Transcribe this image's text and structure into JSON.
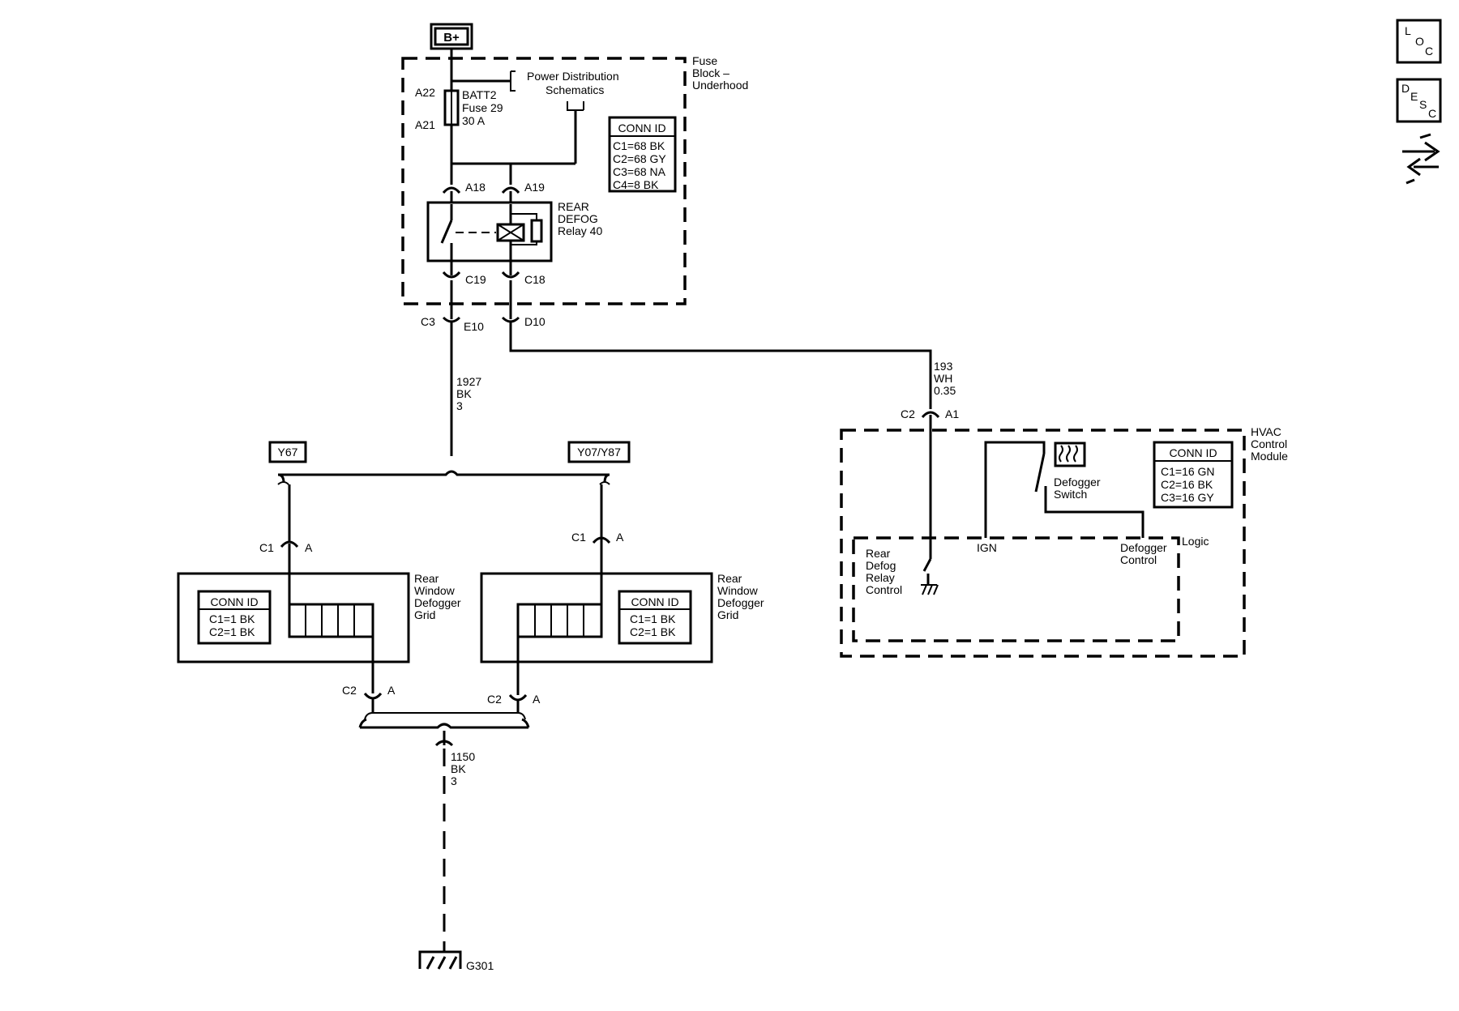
{
  "power_source": "B+",
  "fuse_block": {
    "title_lines": [
      "Fuse",
      "Block –",
      "Underhood"
    ],
    "power_dist_lines": [
      "Power Distribution",
      "Schematics"
    ],
    "fuse_lines": [
      "BATT2",
      "Fuse 29",
      "30 A"
    ],
    "pin_a22": "A22",
    "pin_a21": "A21",
    "pin_a18": "A18",
    "pin_a19": "A19",
    "pin_c19": "C19",
    "pin_c18": "C18",
    "relay_lines": [
      "REAR",
      "DEFOG",
      "Relay 40"
    ],
    "conn_id_title": "CONN ID",
    "conn_id_rows": [
      "C1=68 BK",
      "C2=68 GY",
      "C3=68 NA",
      "C4=8 BK"
    ]
  },
  "connectors": {
    "c3": "C3",
    "e10": "E10",
    "d10": "D10",
    "c2_hvac": "C2",
    "a1_hvac": "A1",
    "left_c1": "C1",
    "left_a1": "A",
    "right_c1": "C1",
    "right_a1": "A",
    "left_c2": "C2",
    "left_a2": "A",
    "right_c2": "C2",
    "right_a2": "A"
  },
  "wires": {
    "w1927": [
      "1927",
      "BK",
      "3"
    ],
    "w193": [
      "193",
      "WH",
      "0.35"
    ],
    "w1150": [
      "1150",
      "BK",
      "3"
    ]
  },
  "options": {
    "left": "Y67",
    "right": "Y07/Y87"
  },
  "grid_left": {
    "title_lines": [
      "Rear",
      "Window",
      "Defogger",
      "Grid"
    ],
    "conn_id_title": "CONN ID",
    "conn_id_rows": [
      "C1=1 BK",
      "C2=1 BK"
    ]
  },
  "grid_right": {
    "title_lines": [
      "Rear",
      "Window",
      "Defogger",
      "Grid"
    ],
    "conn_id_title": "CONN ID",
    "conn_id_rows": [
      "C1=1 BK",
      "C2=1 BK"
    ]
  },
  "hvac": {
    "title_lines": [
      "HVAC",
      "Control",
      "Module"
    ],
    "switch_lines": [
      "Defogger",
      "Switch"
    ],
    "logic": "Logic",
    "ign": "IGN",
    "relay_ctrl_lines": [
      "Rear",
      "Defog",
      "Relay",
      "Control"
    ],
    "defog_ctrl_lines": [
      "Defogger",
      "Control"
    ],
    "conn_id_title": "CONN ID",
    "conn_id_rows": [
      "C1=16 GN",
      "C2=16 BK",
      "C3=16 GY"
    ]
  },
  "ground": "G301",
  "side_buttons": {
    "loc": [
      "L",
      "O",
      "C"
    ],
    "desc": [
      "D",
      "E",
      "S",
      "C"
    ]
  },
  "icons": [
    "loc-icon",
    "desc-icon",
    "navigation-arrows-icon",
    "ground-icon",
    "heater-grid-icon"
  ]
}
